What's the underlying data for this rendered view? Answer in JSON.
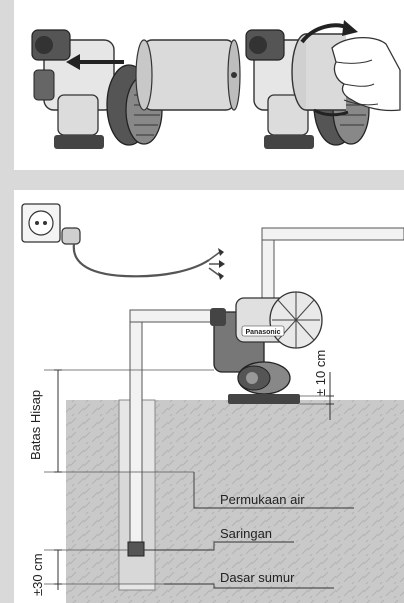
{
  "labels": {
    "suction_limit": "Batas Hisap",
    "pump_height": "± 10 cm",
    "water_surface": "Permukaan air",
    "strainer": "Saringan",
    "strainer_height": "±30 cm",
    "well_bottom": "Dasar sumur",
    "brand": "Panasonic"
  },
  "icons": {
    "arrow_push": "arrow-left-icon",
    "arrow_rotate": "rotate-arrow-icon"
  }
}
